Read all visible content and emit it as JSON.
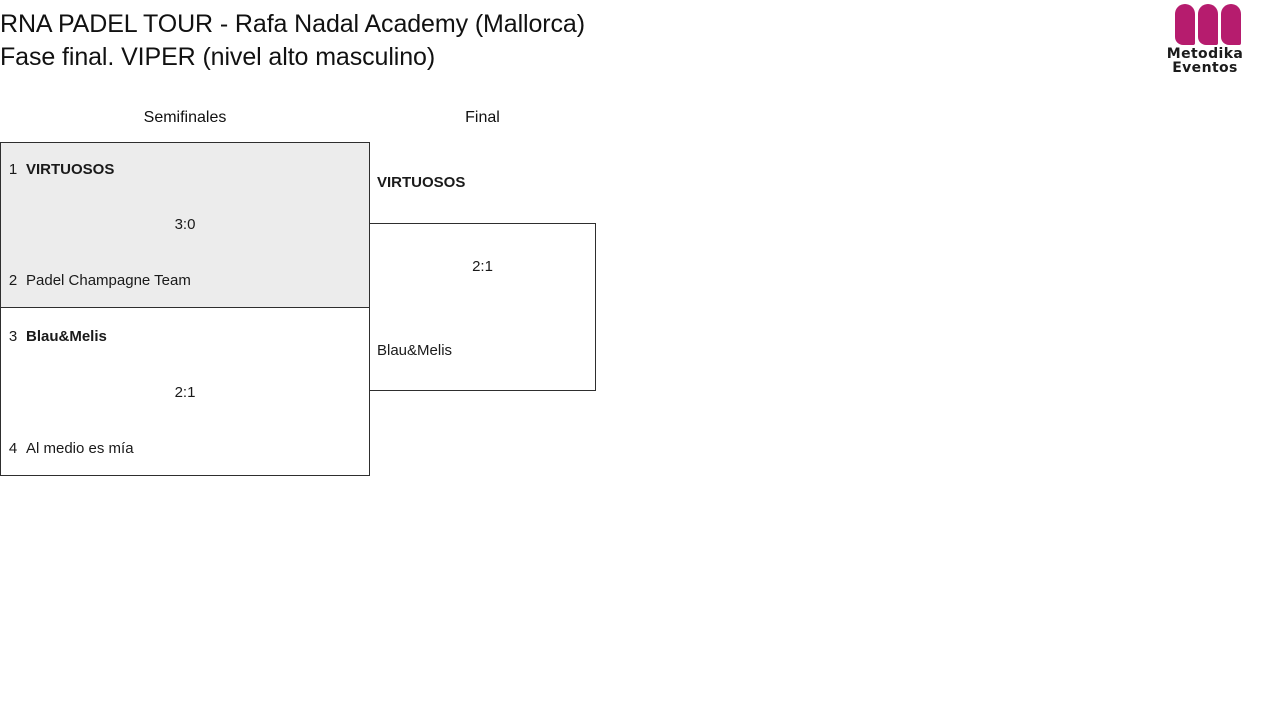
{
  "header": {
    "title_line_1": "RNA PADEL TOUR - Rafa Nadal Academy (Mallorca)",
    "title_line_2": "Fase final. VIPER (nivel alto masculino)"
  },
  "logo": {
    "mark_name": "metodika-m-mark",
    "wordmark_line_1": "Metodika",
    "wordmark_line_2": "Eventos",
    "accent_color": "#b61c6e"
  },
  "bracket": {
    "rounds": [
      {
        "id": "semifinals",
        "label": "Semifinales"
      },
      {
        "id": "final",
        "label": "Final"
      }
    ],
    "theme": {
      "highlight_background": "#ececec",
      "default_background": "#ffffff",
      "border_color": "#2e2e2e",
      "text_color": "#1a1a1a"
    },
    "matches": [
      {
        "id": "semifinal-1",
        "round": "semifinals",
        "highlighted": true,
        "score": "3:0",
        "slots": [
          {
            "seed": "1",
            "team": "VIRTUOSOS",
            "result": "winner"
          },
          {
            "seed": "2",
            "team": "Padel Champagne Team",
            "result": "loser"
          }
        ]
      },
      {
        "id": "semifinal-2",
        "round": "semifinals",
        "highlighted": false,
        "score": "2:1",
        "slots": [
          {
            "seed": "3",
            "team": "Blau&Melis",
            "result": "winner"
          },
          {
            "seed": "4",
            "team": "Al medio es mía",
            "result": "loser"
          }
        ]
      },
      {
        "id": "final-1",
        "round": "final",
        "highlighted": false,
        "score": "2:1",
        "slots": [
          {
            "seed": "",
            "team": "VIRTUOSOS",
            "result": "winner"
          },
          {
            "seed": "",
            "team": "Blau&Melis",
            "result": "loser"
          }
        ]
      }
    ]
  }
}
